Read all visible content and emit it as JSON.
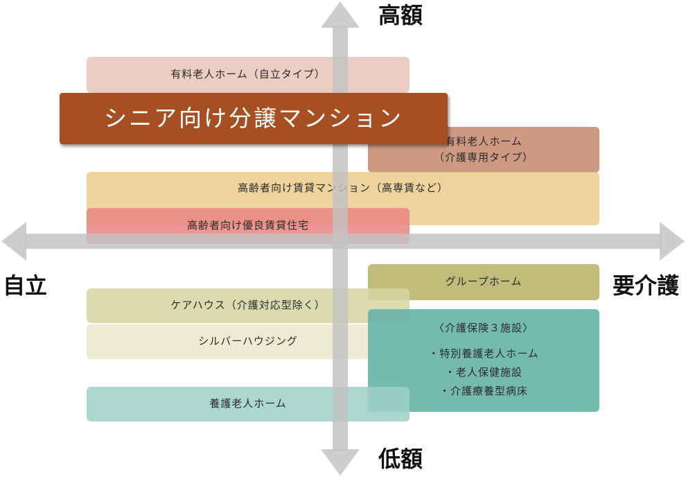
{
  "axes": {
    "top": "高額",
    "bottom": "低額",
    "left": "自立",
    "right": "要介護",
    "color": "#c2c2c2"
  },
  "boxes": {
    "jiritsu_home": {
      "label": "有料老人ホーム（自立タイプ）",
      "color": "#e8c4b8"
    },
    "kaigo_home": {
      "line1": "有料老人ホーム",
      "line2": "（介護専用タイプ）",
      "color": "#c4876c"
    },
    "senior_mansion": {
      "label": "シニア向け分譲マンション",
      "color": "#a54f23"
    },
    "koseniku": {
      "label": "高齢者向け賃貸マンション（高専賃など）",
      "color": "#ecce92"
    },
    "yuryo": {
      "label": "高齢者向け優良賃貸住宅",
      "color": "#ea8484"
    },
    "group_home": {
      "label": "グループホーム",
      "color": "#b9b56c"
    },
    "care_house": {
      "label": "ケアハウス（介護対応型除く）",
      "color": "#d6d5a2"
    },
    "silver": {
      "label": "シルバーハウジング",
      "color": "#eae8cc"
    },
    "three_facilities": {
      "heading": "〈介護保険３施設〉",
      "items": [
        "・特別養護老人ホーム",
        "・老人保健施設",
        "・介護療養型病床"
      ],
      "color": "#68b4a8"
    },
    "yogo": {
      "label": "養護老人ホーム",
      "color": "#9ed0c6"
    }
  }
}
